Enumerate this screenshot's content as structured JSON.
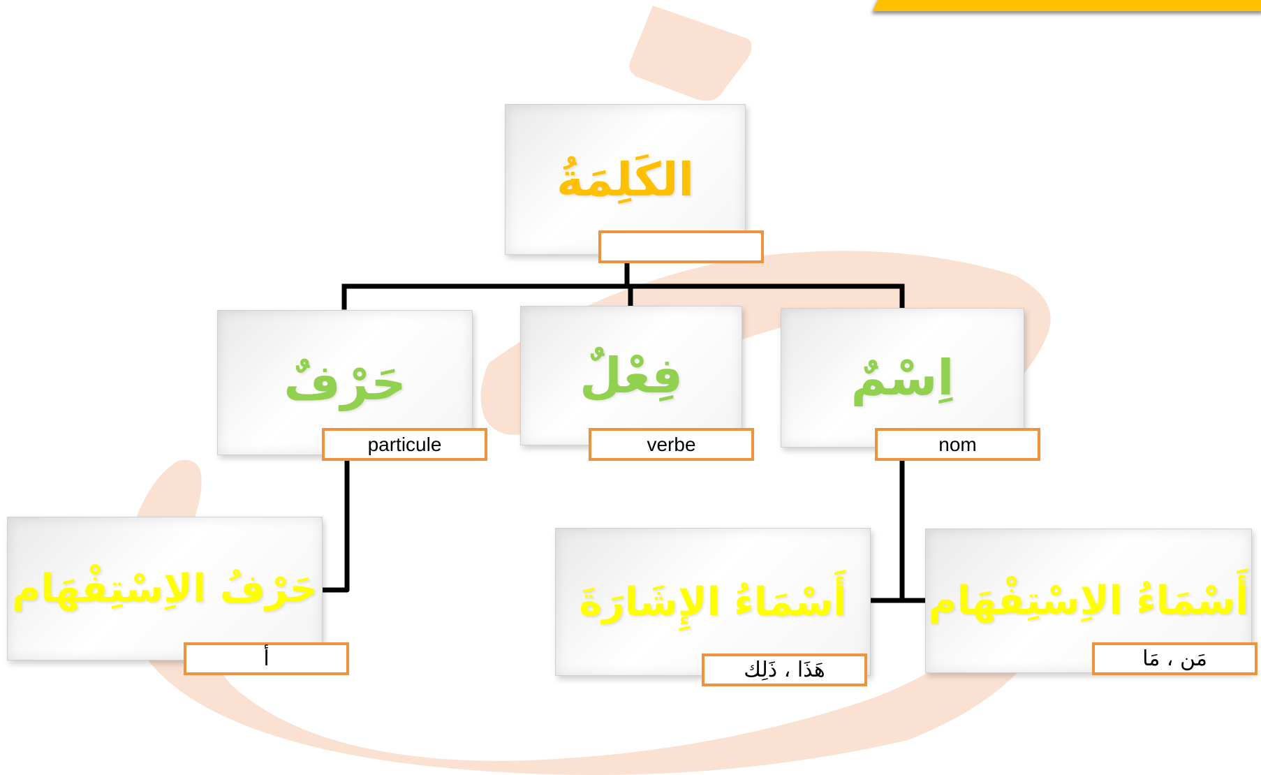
{
  "colors": {
    "root_text": "#ffc000",
    "level1_text": "#92d050",
    "level2_text": "#ffff00",
    "label_border": "#f0913f",
    "watermark": "#fbe1d2",
    "connector": "#000000",
    "banner": "#ffc000"
  },
  "watermark_icon": "arabic-letter-dad-watermark",
  "root": {
    "word": "الكَلِمَةُ",
    "translation": ""
  },
  "level1": {
    "harf": {
      "word": "حَرْفٌ",
      "translation": "particule"
    },
    "fil": {
      "word": "فِعْلٌ",
      "translation": "verbe"
    },
    "ism": {
      "word": "اِسْمٌ",
      "translation": "nom"
    }
  },
  "level2": {
    "harf_istifham": {
      "word": "حَرْفُ الاِسْتِفْهَام",
      "example": "أ"
    },
    "asma_ishara": {
      "word": "أَسْمَاءُ الإِشَارَةَ",
      "example": "هَذَا ، ذَلِك"
    },
    "asma_istifham": {
      "word": "أَسْمَاءُ الاِسْتِفْهَام",
      "example": "مَن ، مَا"
    }
  }
}
